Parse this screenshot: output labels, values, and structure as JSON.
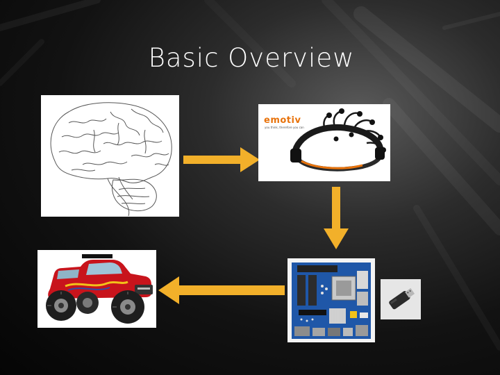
{
  "slide": {
    "title": "Basic Overview"
  },
  "images": {
    "emotiv": {
      "brand": "emotiv",
      "tagline": "you think, therefore you can"
    }
  },
  "colors": {
    "arrow": "#f2b02a",
    "title": "#ffffff",
    "emotiv_orange": "#e8730c"
  }
}
